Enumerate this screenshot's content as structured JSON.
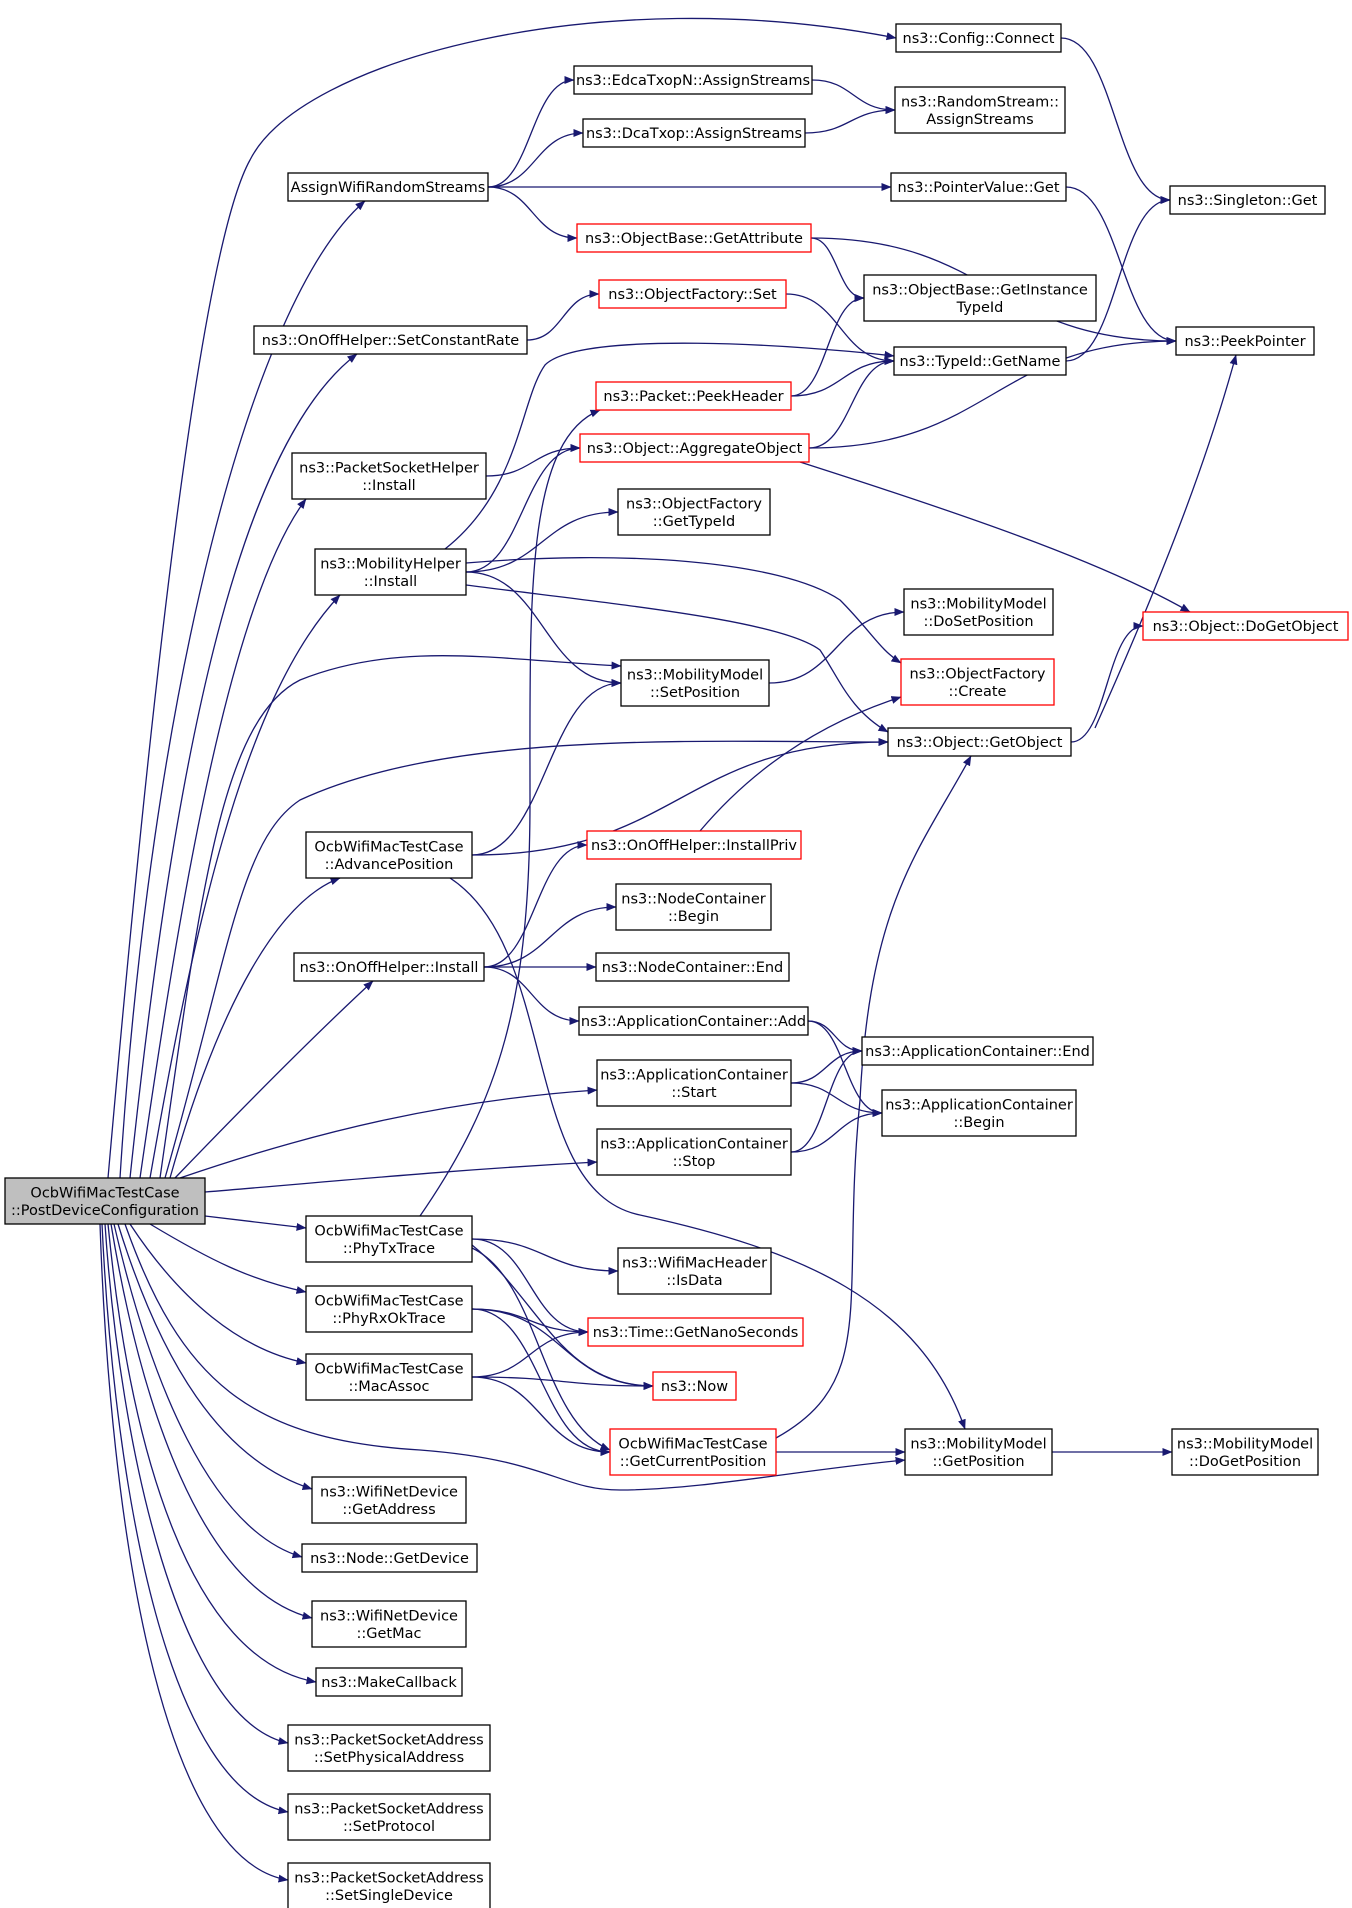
{
  "colors": {
    "edge": "#191970",
    "border_default": "#000000",
    "border_truncated": "#ff0000",
    "fill_default": "#ffffff",
    "fill_root": "#bfbfbf",
    "text": "#000000"
  },
  "nodes": [
    {
      "id": "root",
      "lines": [
        "OcbWifiMacTestCase",
        "::PostDeviceConfiguration"
      ],
      "root": true
    },
    {
      "id": "config_connect",
      "lines": [
        "ns3::Config::Connect"
      ]
    },
    {
      "id": "edca_assign",
      "lines": [
        "ns3::EdcaTxopN::AssignStreams"
      ]
    },
    {
      "id": "randomstream_assign",
      "lines": [
        "ns3::RandomStream::",
        "AssignStreams"
      ]
    },
    {
      "id": "dca_assign",
      "lines": [
        "ns3::DcaTxop::AssignStreams"
      ]
    },
    {
      "id": "assign_wifi",
      "lines": [
        "AssignWifiRandomStreams"
      ]
    },
    {
      "id": "pointervalue_get",
      "lines": [
        "ns3::PointerValue::Get"
      ]
    },
    {
      "id": "singleton_get",
      "lines": [
        "ns3::Singleton::Get"
      ]
    },
    {
      "id": "objectbase_getattribute",
      "lines": [
        "ns3::ObjectBase::GetAttribute"
      ],
      "truncated": true
    },
    {
      "id": "objectbase_getinstancetypeid",
      "lines": [
        "ns3::ObjectBase::GetInstance",
        "TypeId"
      ]
    },
    {
      "id": "objectfactory_set",
      "lines": [
        "ns3::ObjectFactory::Set"
      ],
      "truncated": true
    },
    {
      "id": "onoff_setconstantrate",
      "lines": [
        "ns3::OnOffHelper::SetConstantRate"
      ]
    },
    {
      "id": "peekpointer",
      "lines": [
        "ns3::PeekPointer"
      ]
    },
    {
      "id": "typeid_getname",
      "lines": [
        "ns3::TypeId::GetName"
      ]
    },
    {
      "id": "packet_peekheader",
      "lines": [
        "ns3::Packet::PeekHeader"
      ],
      "truncated": true
    },
    {
      "id": "object_aggregate",
      "lines": [
        "ns3::Object::AggregateObject"
      ],
      "truncated": true
    },
    {
      "id": "packetsockethelper_install",
      "lines": [
        "ns3::PacketSocketHelper",
        "::Install"
      ]
    },
    {
      "id": "objectfactory_gettypeid",
      "lines": [
        "ns3::ObjectFactory",
        "::GetTypeId"
      ]
    },
    {
      "id": "mobilityhelper_install",
      "lines": [
        "ns3::MobilityHelper",
        "::Install"
      ]
    },
    {
      "id": "mobilitymodel_dosetposition",
      "lines": [
        "ns3::MobilityModel",
        "::DoSetPosition"
      ]
    },
    {
      "id": "object_dogetobject",
      "lines": [
        "ns3::Object::DoGetObject"
      ],
      "truncated": true
    },
    {
      "id": "mobilitymodel_setposition",
      "lines": [
        "ns3::MobilityModel",
        "::SetPosition"
      ]
    },
    {
      "id": "objectfactory_create",
      "lines": [
        "ns3::ObjectFactory",
        "::Create"
      ],
      "truncated": true
    },
    {
      "id": "object_getobject",
      "lines": [
        "ns3::Object::GetObject"
      ]
    },
    {
      "id": "advanceposition",
      "lines": [
        "OcbWifiMacTestCase",
        "::AdvancePosition"
      ]
    },
    {
      "id": "onoff_installpriv",
      "lines": [
        "ns3::OnOffHelper::InstallPriv"
      ],
      "truncated": true
    },
    {
      "id": "nodecontainer_begin",
      "lines": [
        "ns3::NodeContainer",
        "::Begin"
      ]
    },
    {
      "id": "onoff_install",
      "lines": [
        "ns3::OnOffHelper::Install"
      ]
    },
    {
      "id": "nodecontainer_end",
      "lines": [
        "ns3::NodeContainer::End"
      ]
    },
    {
      "id": "appcontainer_add",
      "lines": [
        "ns3::ApplicationContainer::Add"
      ]
    },
    {
      "id": "appcontainer_end",
      "lines": [
        "ns3::ApplicationContainer::End"
      ]
    },
    {
      "id": "appcontainer_start",
      "lines": [
        "ns3::ApplicationContainer",
        "::Start"
      ]
    },
    {
      "id": "appcontainer_begin",
      "lines": [
        "ns3::ApplicationContainer",
        "::Begin"
      ]
    },
    {
      "id": "appcontainer_stop",
      "lines": [
        "ns3::ApplicationContainer",
        "::Stop"
      ]
    },
    {
      "id": "phytxtrace",
      "lines": [
        "OcbWifiMacTestCase",
        "::PhyTxTrace"
      ]
    },
    {
      "id": "wifimacheader_isdata",
      "lines": [
        "ns3::WifiMacHeader",
        "::IsData"
      ]
    },
    {
      "id": "phyrxoktrace",
      "lines": [
        "OcbWifiMacTestCase",
        "::PhyRxOkTrace"
      ]
    },
    {
      "id": "time_getnanoseconds",
      "lines": [
        "ns3::Time::GetNanoSeconds"
      ],
      "truncated": true
    },
    {
      "id": "macassoc",
      "lines": [
        "OcbWifiMacTestCase",
        "::MacAssoc"
      ]
    },
    {
      "id": "now",
      "lines": [
        "ns3::Now"
      ],
      "truncated": true
    },
    {
      "id": "getcurrentposition",
      "lines": [
        "OcbWifiMacTestCase",
        "::GetCurrentPosition"
      ],
      "truncated": true
    },
    {
      "id": "mobilitymodel_getposition",
      "lines": [
        "ns3::MobilityModel",
        "::GetPosition"
      ]
    },
    {
      "id": "mobilitymodel_dogetposition",
      "lines": [
        "ns3::MobilityModel",
        "::DoGetPosition"
      ]
    },
    {
      "id": "wifinetdevice_getaddress",
      "lines": [
        "ns3::WifiNetDevice",
        "::GetAddress"
      ]
    },
    {
      "id": "node_getdevice",
      "lines": [
        "ns3::Node::GetDevice"
      ]
    },
    {
      "id": "wifinetdevice_getmac",
      "lines": [
        "ns3::WifiNetDevice",
        "::GetMac"
      ]
    },
    {
      "id": "makecallback",
      "lines": [
        "ns3::MakeCallback"
      ]
    },
    {
      "id": "psa_setphysicaladdress",
      "lines": [
        "ns3::PacketSocketAddress",
        "::SetPhysicalAddress"
      ]
    },
    {
      "id": "psa_setprotocol",
      "lines": [
        "ns3::PacketSocketAddress",
        "::SetProtocol"
      ]
    },
    {
      "id": "psa_setsingledevice",
      "lines": [
        "ns3::PacketSocketAddress",
        "::SetSingleDevice"
      ]
    }
  ],
  "edges": [
    [
      "root",
      "config_connect"
    ],
    [
      "root",
      "assign_wifi"
    ],
    [
      "root",
      "onoff_setconstantrate"
    ],
    [
      "root",
      "packetsockethelper_install"
    ],
    [
      "root",
      "mobilityhelper_install"
    ],
    [
      "root",
      "mobilitymodel_setposition"
    ],
    [
      "root",
      "object_getobject"
    ],
    [
      "root",
      "advanceposition"
    ],
    [
      "root",
      "onoff_install"
    ],
    [
      "root",
      "appcontainer_start"
    ],
    [
      "root",
      "appcontainer_stop"
    ],
    [
      "root",
      "phytxtrace"
    ],
    [
      "root",
      "phyrxoktrace"
    ],
    [
      "root",
      "macassoc"
    ],
    [
      "root",
      "mobilitymodel_getposition"
    ],
    [
      "root",
      "wifinetdevice_getaddress"
    ],
    [
      "root",
      "node_getdevice"
    ],
    [
      "root",
      "wifinetdevice_getmac"
    ],
    [
      "root",
      "makecallback"
    ],
    [
      "root",
      "psa_setphysicaladdress"
    ],
    [
      "root",
      "psa_setprotocol"
    ],
    [
      "root",
      "psa_setsingledevice"
    ],
    [
      "config_connect",
      "singleton_get"
    ],
    [
      "assign_wifi",
      "edca_assign"
    ],
    [
      "assign_wifi",
      "dca_assign"
    ],
    [
      "assign_wifi",
      "pointervalue_get"
    ],
    [
      "assign_wifi",
      "objectbase_getattribute"
    ],
    [
      "edca_assign",
      "randomstream_assign"
    ],
    [
      "dca_assign",
      "randomstream_assign"
    ],
    [
      "pointervalue_get",
      "peekpointer"
    ],
    [
      "objectbase_getattribute",
      "peekpointer"
    ],
    [
      "objectbase_getattribute",
      "objectbase_getinstancetypeid"
    ],
    [
      "onoff_setconstantrate",
      "objectfactory_set"
    ],
    [
      "objectfactory_set",
      "typeid_getname"
    ],
    [
      "typeid_getname",
      "singleton_get"
    ],
    [
      "packet_peekheader",
      "objectbase_getinstancetypeid"
    ],
    [
      "packet_peekheader",
      "typeid_getname"
    ],
    [
      "packetsockethelper_install",
      "object_aggregate"
    ],
    [
      "object_aggregate",
      "typeid_getname"
    ],
    [
      "object_aggregate",
      "peekpointer"
    ],
    [
      "object_aggregate",
      "object_dogetobject"
    ],
    [
      "mobilityhelper_install",
      "typeid_getname"
    ],
    [
      "mobilityhelper_install",
      "object_aggregate"
    ],
    [
      "mobilityhelper_install",
      "objectfactory_gettypeid"
    ],
    [
      "mobilityhelper_install",
      "objectfactory_create"
    ],
    [
      "mobilityhelper_install",
      "mobilitymodel_setposition"
    ],
    [
      "mobilityhelper_install",
      "object_getobject"
    ],
    [
      "mobilitymodel_setposition",
      "mobilitymodel_dosetposition"
    ],
    [
      "object_getobject",
      "peekpointer"
    ],
    [
      "object_getobject",
      "object_dogetobject"
    ],
    [
      "advanceposition",
      "mobilitymodel_setposition"
    ],
    [
      "advanceposition",
      "object_getobject"
    ],
    [
      "advanceposition",
      "mobilitymodel_getposition"
    ],
    [
      "onoff_installpriv",
      "objectfactory_create"
    ],
    [
      "onoff_install",
      "onoff_installpriv"
    ],
    [
      "onoff_install",
      "nodecontainer_begin"
    ],
    [
      "onoff_install",
      "nodecontainer_end"
    ],
    [
      "onoff_install",
      "appcontainer_add"
    ],
    [
      "appcontainer_add",
      "appcontainer_end"
    ],
    [
      "appcontainer_add",
      "appcontainer_begin"
    ],
    [
      "appcontainer_start",
      "appcontainer_end"
    ],
    [
      "appcontainer_start",
      "appcontainer_begin"
    ],
    [
      "appcontainer_stop",
      "appcontainer_end"
    ],
    [
      "appcontainer_stop",
      "appcontainer_begin"
    ],
    [
      "phytxtrace",
      "packet_peekheader"
    ],
    [
      "phytxtrace",
      "wifimacheader_isdata"
    ],
    [
      "phytxtrace",
      "time_getnanoseconds"
    ],
    [
      "phytxtrace",
      "now"
    ],
    [
      "phytxtrace",
      "getcurrentposition"
    ],
    [
      "phyrxoktrace",
      "time_getnanoseconds"
    ],
    [
      "phyrxoktrace",
      "now"
    ],
    [
      "phyrxoktrace",
      "getcurrentposition"
    ],
    [
      "macassoc",
      "time_getnanoseconds"
    ],
    [
      "macassoc",
      "now"
    ],
    [
      "macassoc",
      "getcurrentposition"
    ],
    [
      "getcurrentposition",
      "object_getobject"
    ],
    [
      "getcurrentposition",
      "mobilitymodel_getposition"
    ],
    [
      "mobilitymodel_getposition",
      "mobilitymodel_dogetposition"
    ]
  ]
}
